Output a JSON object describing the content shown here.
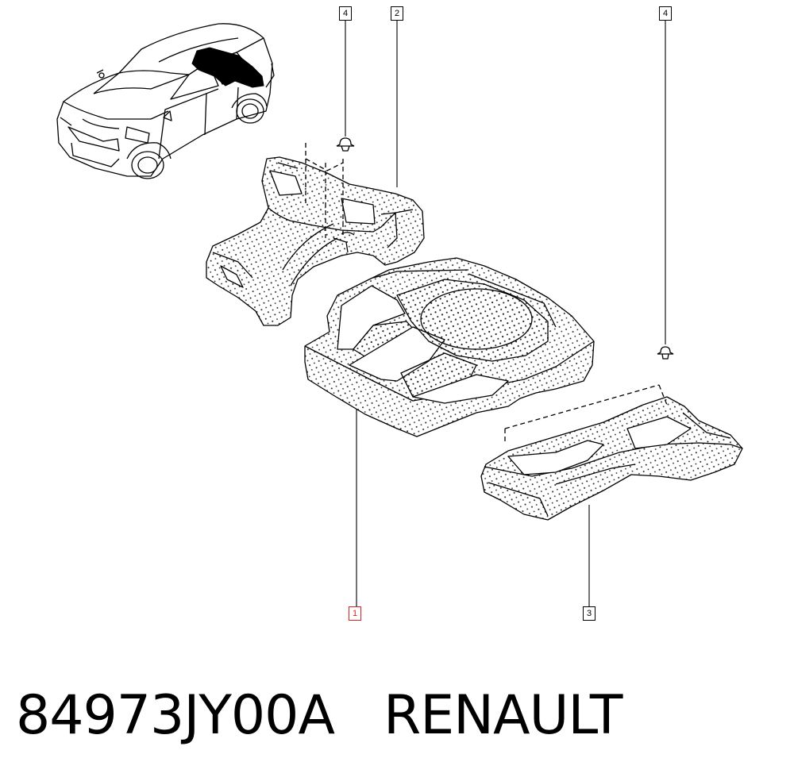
{
  "callouts": {
    "c1": "1",
    "c2": "2",
    "c3": "3",
    "c4a": "4",
    "c4b": "4"
  },
  "footer": {
    "part_number": "84973JY00A",
    "brand": "RENAULT"
  },
  "colors": {
    "highlight": "#e02020",
    "line": "#000000"
  }
}
